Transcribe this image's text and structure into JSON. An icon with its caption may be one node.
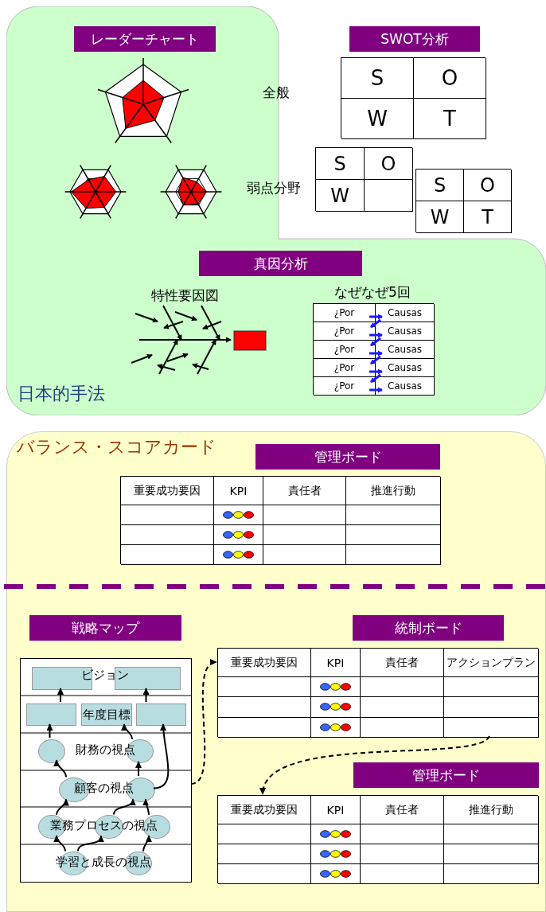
{
  "diagram": {
    "nodes": [
      {
        "text": [
          "日本的手法"
        ]
      },
      {
        "text": [
          "レーダーチャート"
        ],
        "in": 0
      },
      {
        "text": [
          "SWOT分析"
        ]
      },
      {
        "text": [
          "S",
          "O",
          "W",
          "T"
        ],
        "beside": [
          "全般"
        ]
      },
      {
        "text": [
          "S",
          "O",
          "W"
        ],
        "beside": [
          "弱点分野"
        ]
      },
      {
        "text": [
          "S",
          "O",
          "W",
          "T"
        ]
      },
      {
        "text": [
          "真因分析"
        ],
        "in": 0
      },
      {
        "text": [
          "¿Por",
          "Causas",
          "¿Por",
          "Causas",
          "¿Por",
          "Causas",
          "¿Por",
          "Causas",
          "¿Por",
          "Causas"
        ],
        "in": 0
      },
      {
        "text": [
          "バランス・スコアカード"
        ]
      },
      {
        "text": [
          "管理ボード"
        ],
        "in": 8
      },
      {
        "text": [
          "重要成功要因",
          "KPI",
          "責任者",
          "推進行動"
        ],
        "in": 8
      },
      {
        "text": [
          "戦略マップ"
        ],
        "in": 8
      },
      {
        "text": [],
        "shape": "box",
        "in": 8
      },
      {
        "text": [],
        "shape": "box",
        "in": 12
      },
      {
        "text": [],
        "shape": "box",
        "in": 12
      },
      {
        "text": [],
        "shape": "box",
        "in": 12
      },
      {
        "text": [
          "年度目標"
        ],
        "in": 12
      },
      {
        "text": [],
        "shape": "box",
        "in": 12
      },
      {
        "text": [],
        "shape": "circle",
        "in": 12
      },
      {
        "text": [],
        "shape": "circle",
        "in": 12
      },
      {
        "text": [],
        "shape": "circle",
        "in": 12
      },
      {
        "text": [],
        "shape": "circle",
        "in": 12
      },
      {
        "text": [],
        "shape": "circle",
        "in": 12
      },
      {
        "text": [],
        "shape": "circle",
        "in": 12
      },
      {
        "text": [],
        "shape": "circle",
        "in": 12
      },
      {
        "text": [],
        "shape": "circle",
        "in": 12
      },
      {
        "text": [],
        "shape": "circle",
        "in": 12
      },
      {
        "text": [
          "統制ボード"
        ],
        "in": 8
      },
      {
        "text": [
          "重要成功要因",
          "KPI",
          "責任者",
          "アクションプラン"
        ],
        "in": 8
      },
      {
        "text": [
          "管理ボード"
        ],
        "in": 8
      },
      {
        "text": [
          "重要成功要因",
          "KPI",
          "責任者",
          "推進行動"
        ],
        "in": 8
      }
    ],
    "edges": [
      {
        "from": 15,
        "to": 13,
        "arrow": "to"
      },
      {
        "from": 17,
        "to": 14,
        "arrow": "to"
      },
      {
        "from": 18,
        "to": 15,
        "arrow": "to"
      },
      {
        "from": 19,
        "to": 16,
        "arrow": "to"
      },
      {
        "from": 21,
        "to": 17,
        "arrow": "to"
      },
      {
        "from": 20,
        "to": 18,
        "arrow": "to"
      },
      {
        "from": 21,
        "to": 19,
        "arrow": "to"
      },
      {
        "from": 22,
        "to": 20,
        "arrow": "to"
      },
      {
        "from": 23,
        "to": 21,
        "arrow": "to"
      },
      {
        "from": 24,
        "to": 21,
        "arrow": "to"
      },
      {
        "from": 25,
        "to": 22,
        "arrow": "to"
      },
      {
        "from": 25,
        "to": 23,
        "arrow": "to"
      },
      {
        "from": 26,
        "to": 24,
        "arrow": "to"
      },
      {
        "from": 12,
        "to": 28,
        "arrow": "to",
        "style": "dashed"
      },
      {
        "from": 28,
        "to": 30,
        "arrow": "to",
        "style": "dashed"
      }
    ],
    "labels": [
      "特性要因図",
      "なぜなぜ5回",
      "ビジョン",
      "財務の視点",
      "顧客の視点",
      "業務プロセスの視点",
      "学習と成長の視点"
    ]
  }
}
